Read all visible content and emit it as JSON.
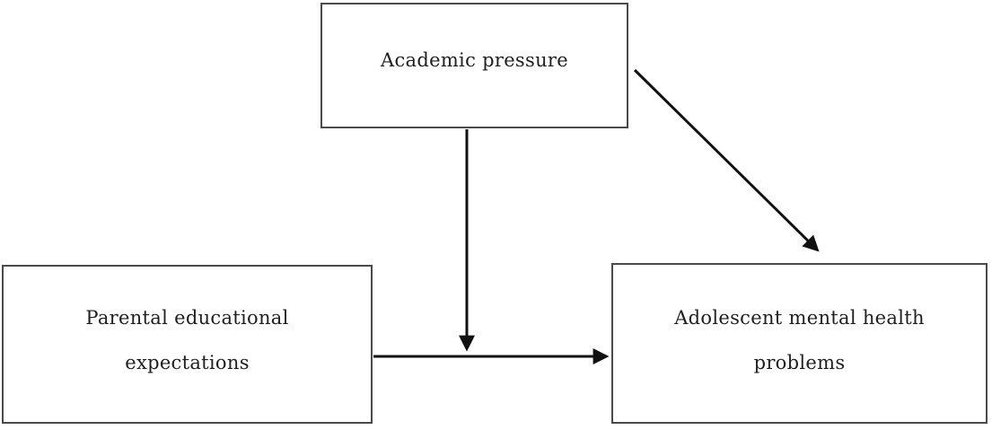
{
  "diagram": {
    "type": "path-model",
    "nodes": {
      "academic_pressure": {
        "role": "mediator",
        "lines": [
          "Academic pressure"
        ]
      },
      "parental_expectations": {
        "role": "independent-variable",
        "lines": [
          "Parental educational",
          "expectations"
        ]
      },
      "mental_health": {
        "role": "dependent-variable",
        "lines": [
          "Adolescent mental health",
          "problems"
        ]
      }
    },
    "edges": [
      {
        "from": "parental_expectations",
        "to": "mental_health",
        "shape": "horizontal-arrow"
      },
      {
        "from": "academic_pressure",
        "to": "mental_health",
        "shape": "diagonal-arrow"
      },
      {
        "from": "academic_pressure",
        "to": "edge:parental_expectations->mental_health",
        "shape": "vertical-arrow"
      }
    ],
    "colors": {
      "background": "#ffffff",
      "box_border": "#4a4a4a",
      "arrow": "#111111",
      "text": "#1f1f1f"
    }
  }
}
